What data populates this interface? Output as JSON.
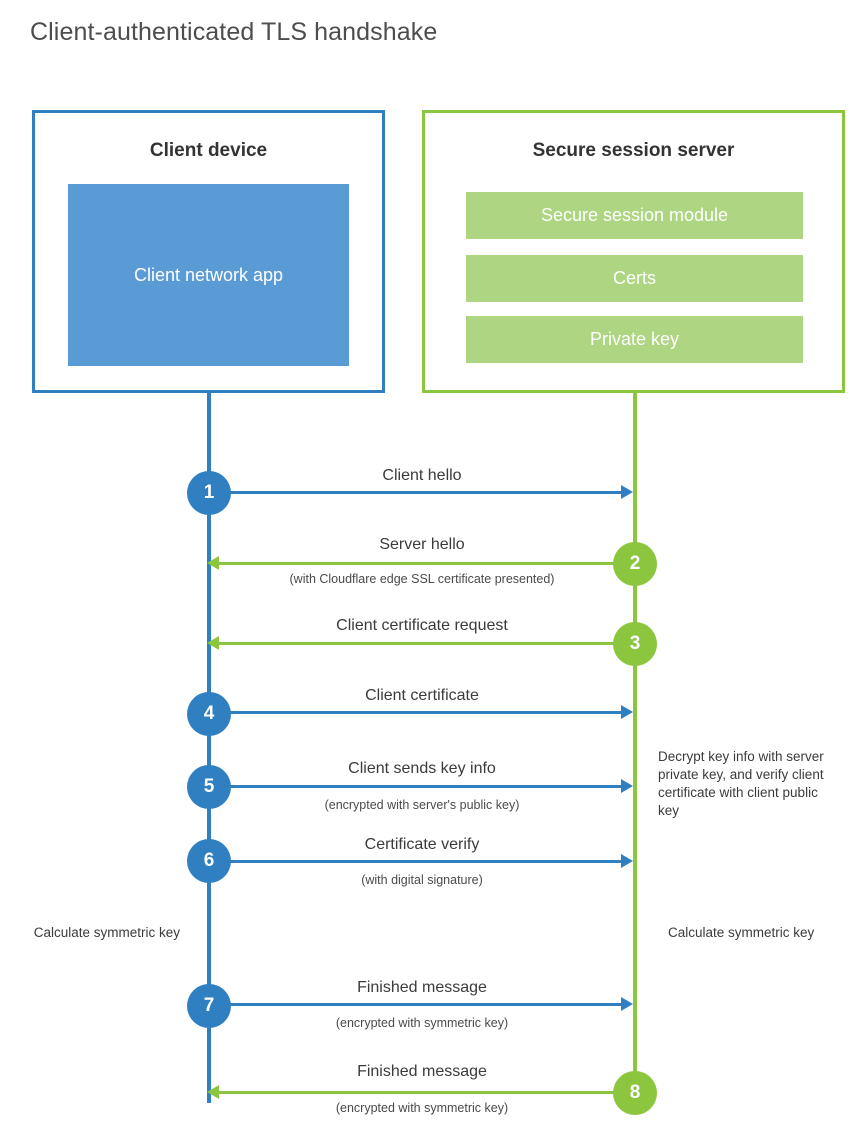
{
  "title": "Client-authenticated TLS handshake",
  "colors": {
    "blue_line": "#2f7fc1",
    "green_line": "#8cc63f",
    "client_app_fill": "#5b9bd5",
    "server_item_fill": "#aed581",
    "title_text": "#4d4d4d",
    "body_text": "#3b3b3b"
  },
  "client": {
    "title": "Client device",
    "app_label": "Client network app"
  },
  "server": {
    "title": "Secure session server",
    "items": [
      {
        "label": "Secure session module"
      },
      {
        "label": "Certs"
      },
      {
        "label": "Private key"
      }
    ]
  },
  "steps": [
    {
      "number": "1",
      "label": "Client hello",
      "sub": "",
      "direction": "client-to-server",
      "color": "blue"
    },
    {
      "number": "2",
      "label": "Server hello",
      "sub": "(with Cloudflare edge SSL certificate presented)",
      "direction": "server-to-client",
      "color": "green"
    },
    {
      "number": "3",
      "label": "Client certificate request",
      "sub": "",
      "direction": "server-to-client",
      "color": "green"
    },
    {
      "number": "4",
      "label": "Client certificate",
      "sub": "",
      "direction": "client-to-server",
      "color": "blue"
    },
    {
      "number": "5",
      "label": "Client sends key info",
      "sub": "(encrypted with server's public key)",
      "direction": "client-to-server",
      "color": "blue"
    },
    {
      "number": "6",
      "label": "Certificate verify",
      "sub": "(with digital signature)",
      "direction": "client-to-server",
      "color": "blue"
    },
    {
      "number": "7",
      "label": "Finished message",
      "sub": "(encrypted with symmetric key)",
      "direction": "client-to-server",
      "color": "blue"
    },
    {
      "number": "8",
      "label": "Finished message",
      "sub": "(encrypted with symmetric key)",
      "direction": "server-to-client",
      "color": "green"
    }
  ],
  "notes": {
    "server_decrypt": "Decrypt key info with server private key, and verify client certificate with client public key",
    "client_calculate": "Calculate symmetric key",
    "server_calculate": "Calculate symmetric key"
  }
}
